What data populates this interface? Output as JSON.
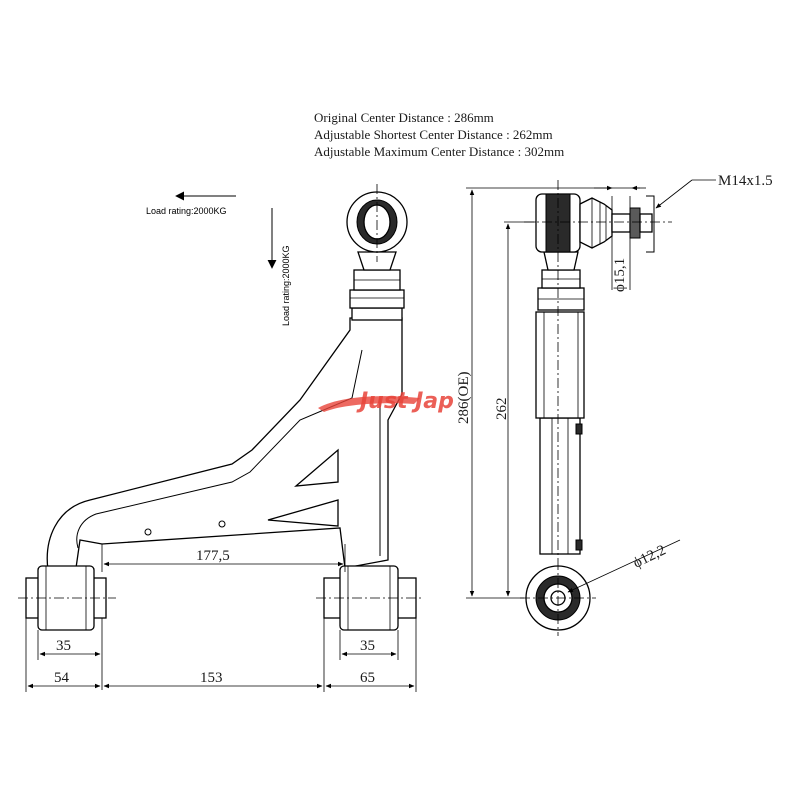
{
  "specs": {
    "line1": "Original  Center Distance : 286mm",
    "line2": "Adjustable Shortest Center Distance : 262mm",
    "line3": "Adjustable Maximum  Center Distance : 302mm"
  },
  "load_ratings": {
    "horizontal": "Load rating:2000KG",
    "vertical": "Load rating:2000KG"
  },
  "watermark": "Just Jap",
  "dimensions": {
    "bushing_left_width": "35",
    "bushing_right_width": "35",
    "inner_span": "177,5",
    "bottom_left": "54",
    "bottom_mid": "153",
    "bottom_right": "65",
    "length_oe": "286(OE)",
    "length_min": "262",
    "thread": "M14x1.5",
    "rod_diameter": "ϕ15,1",
    "eye_diameter": "ϕ12,2"
  },
  "colors": {
    "line": "#000000",
    "watermark": "#e8443a"
  }
}
